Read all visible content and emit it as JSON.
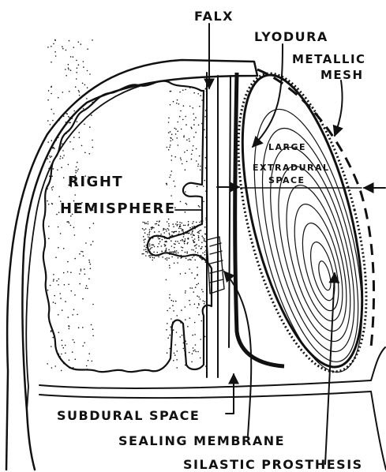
{
  "diagram": {
    "labels": {
      "falx": "FALX",
      "lyodura": "LYODURA",
      "metallic": "METALLIC",
      "mesh": "MESH",
      "large": "LARGE",
      "extradural": "EXTRADURAL",
      "space": "SPACE",
      "right": "RIGHT",
      "hemisphere": "HEMISPHERE",
      "subdural_space": "SUBDURAL SPACE",
      "sealing_membrane": "SEALING MEMBRANE",
      "silastic_prosthesis": "SILASTIC PROSTHESIS"
    },
    "colors": {
      "ink": "#111111",
      "paper": "#ffffff"
    }
  }
}
